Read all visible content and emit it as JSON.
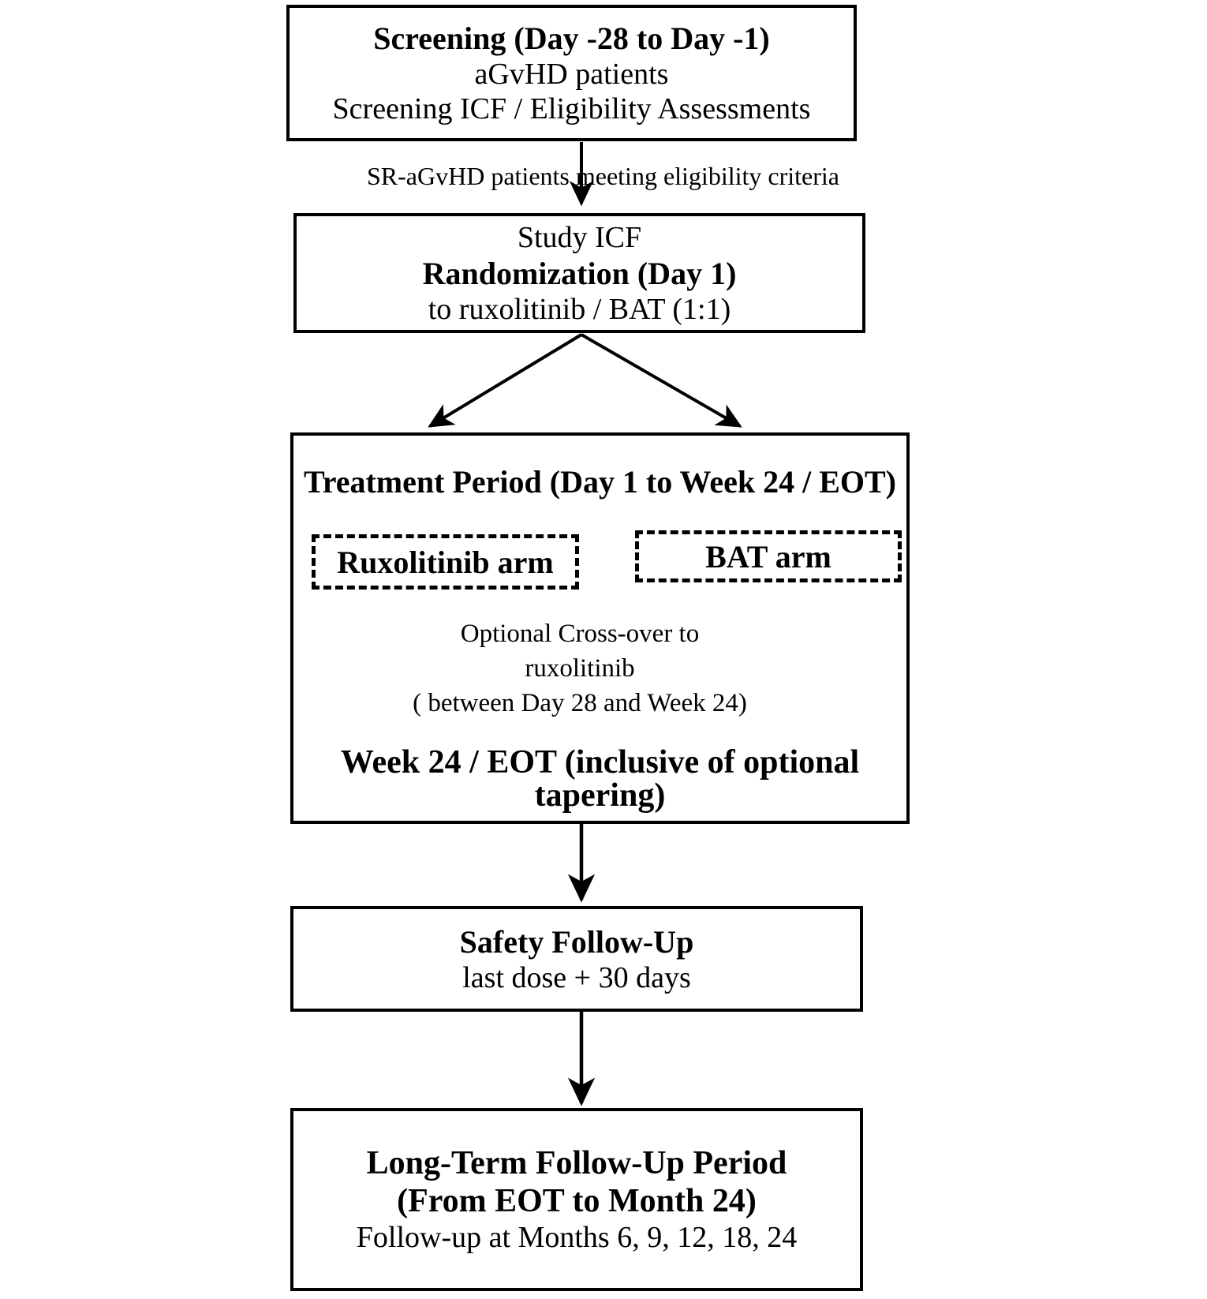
{
  "diagram": {
    "title": "Clinical trial study design flow diagram",
    "stroke_color": "#000000",
    "background_color": "#ffffff"
  },
  "nodes": {
    "screening": {
      "line1": "Screening (Day -28 to Day -1)",
      "line2": "aGvHD patients",
      "line3": "Screening ICF / Eligibility  Assessments"
    },
    "randomization": {
      "line1": "Study ICF",
      "line2": "Randomization (Day 1)",
      "line3": "to ruxolitinib  / BAT (1:1)"
    },
    "treatment": {
      "header": "Treatment Period (Day 1 to Week 24 / EOT)",
      "arm_left": "Ruxolitinib arm",
      "arm_right": "BAT arm",
      "crossover_line1": "Optional Cross-over to",
      "crossover_line2": "ruxolitinib",
      "crossover_line3": "( between Day 28 and Week 24)",
      "eot_line1": "Week 24 / EOT (inclusive of optional",
      "eot_line2": "tapering)"
    },
    "safety": {
      "line1": "Safety Follow-Up",
      "line2": "last dose + 30 days"
    },
    "longterm": {
      "line1": "Long-Term Follow-Up Period",
      "line2": "(From EOT to Month 24)",
      "line3": "Follow-up at Months 6, 9, 12, 18, 24"
    }
  },
  "edges": {
    "screening_to_randomization_label": "SR-aGvHD patients  meeting eligibility   criteria"
  }
}
